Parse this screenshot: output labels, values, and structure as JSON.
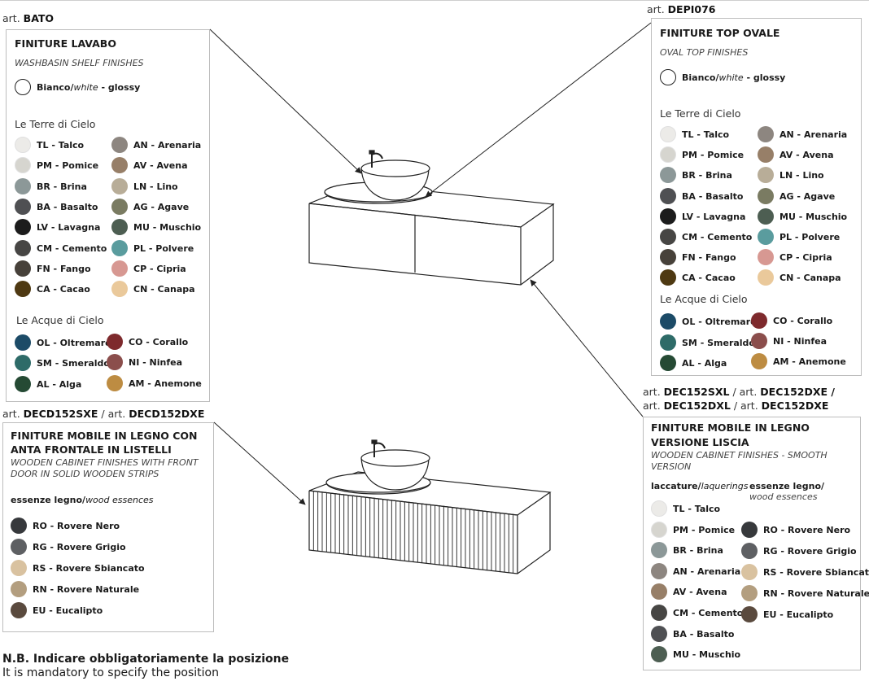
{
  "colors": {
    "TL": "#ecebe8",
    "PM": "#d6d5cf",
    "BR": "#8c9898",
    "BA": "#4f5053",
    "LV": "#1c1c1c",
    "CM": "#474644",
    "FN": "#47413a",
    "CA": "#4e3912",
    "AN": "#8d8680",
    "AV": "#977f68",
    "LN": "#b8ad98",
    "AG": "#7a7b62",
    "MU": "#4d5e52",
    "PL": "#5a9c9e",
    "CP": "#d79892",
    "CN": "#eac99b",
    "OL": "#1c4b67",
    "SM": "#2e6b68",
    "AL": "#254a34",
    "CO": "#7e2a2d",
    "NI": "#8b4e4c",
    "AM": "#bd8c42",
    "RO": "#37393c",
    "RG": "#5e6063",
    "RS": "#d9c2a0",
    "RN": "#b39e7f",
    "EU": "#5a4a3e",
    "WHITE": "#ffffff"
  },
  "box1": {
    "art_prefix": "art.",
    "art_code": "BATO",
    "title": "FINITURE LAVABO",
    "subtitle": "WASHBASIN SHELF FINISHES",
    "white": {
      "code": "WHITE",
      "name": "Bianco",
      "en": "white",
      "suffix": " - glossy"
    },
    "group1": "Le Terre di Cielo",
    "col1": [
      {
        "code": "TL",
        "label": "TL - Talco"
      },
      {
        "code": "PM",
        "label": "PM - Pomice"
      },
      {
        "code": "BR",
        "label": "BR - Brina"
      },
      {
        "code": "BA",
        "label": "BA - Basalto"
      },
      {
        "code": "LV",
        "label": "LV - Lavagna"
      },
      {
        "code": "CM",
        "label": "CM - Cemento"
      },
      {
        "code": "FN",
        "label": "FN - Fango"
      },
      {
        "code": "CA",
        "label": "CA - Cacao"
      }
    ],
    "col2": [
      {
        "code": "AN",
        "label": "AN - Arenaria"
      },
      {
        "code": "AV",
        "label": "AV - Avena"
      },
      {
        "code": "LN",
        "label": "LN - Lino"
      },
      {
        "code": "AG",
        "label": "AG - Agave"
      },
      {
        "code": "MU",
        "label": "MU - Muschio"
      },
      {
        "code": "PL",
        "label": "PL - Polvere"
      },
      {
        "code": "CP",
        "label": "CP - Cipria"
      },
      {
        "code": "CN",
        "label": "CN - Canapa"
      }
    ],
    "group2": "Le Acque di Cielo",
    "col3": [
      {
        "code": "OL",
        "label": "OL - Oltremare"
      },
      {
        "code": "SM",
        "label": "SM - Smeraldo"
      },
      {
        "code": "AL",
        "label": "AL - Alga"
      }
    ],
    "col4": [
      {
        "code": "CO",
        "label": "CO - Corallo"
      },
      {
        "code": "NI",
        "label": "NI - Ninfea"
      },
      {
        "code": "AM",
        "label": "AM - Anemone"
      }
    ]
  },
  "box2": {
    "art_prefix": "art.",
    "art_code": "DEPI076",
    "title": "FINITURE TOP OVALE",
    "subtitle": "OVAL TOP FINISHES",
    "white": {
      "code": "WHITE",
      "name": "Bianco",
      "en": "white",
      "suffix": " - glossy"
    },
    "group1": "Le Terre di Cielo",
    "col1": [
      {
        "code": "TL",
        "label": "TL - Talco"
      },
      {
        "code": "PM",
        "label": "PM - Pomice"
      },
      {
        "code": "BR",
        "label": "BR - Brina"
      },
      {
        "code": "BA",
        "label": "BA - Basalto"
      },
      {
        "code": "LV",
        "label": "LV - Lavagna"
      },
      {
        "code": "CM",
        "label": "CM - Cemento"
      },
      {
        "code": "FN",
        "label": "FN - Fango"
      },
      {
        "code": "CA",
        "label": "CA - Cacao"
      }
    ],
    "col2": [
      {
        "code": "AN",
        "label": "AN - Arenaria"
      },
      {
        "code": "AV",
        "label": "AV - Avena"
      },
      {
        "code": "LN",
        "label": "LN - Lino"
      },
      {
        "code": "AG",
        "label": "AG - Agave"
      },
      {
        "code": "MU",
        "label": "MU - Muschio"
      },
      {
        "code": "PL",
        "label": "PL - Polvere"
      },
      {
        "code": "CP",
        "label": "CP - Cipria"
      },
      {
        "code": "CN",
        "label": "CN - Canapa"
      }
    ],
    "group2": "Le Acque di Cielo",
    "col3": [
      {
        "code": "OL",
        "label": "OL - Oltremare"
      },
      {
        "code": "SM",
        "label": "SM - Smeraldo"
      },
      {
        "code": "AL",
        "label": "AL - Alga"
      }
    ],
    "col4": [
      {
        "code": "CO",
        "label": "CO - Corallo"
      },
      {
        "code": "NI",
        "label": "NI - Ninfea"
      },
      {
        "code": "AM",
        "label": "AM - Anemone"
      }
    ]
  },
  "box3": {
    "art_prefix": "art.",
    "art_code1": "DECD152SXE",
    "art_sep": " / art.",
    "art_code2": "DECD152DXE",
    "title_line1": "FINITURE MOBILE IN LEGNO CON",
    "title_line2": "ANTA FRONTALE IN LISTELLI",
    "subtitle_line1": "WOODEN CABINET FINISHES WITH FRONT",
    "subtitle_line2": "DOOR IN SOLID WOODEN STRIPS",
    "essences_it": "essenze legno/",
    "essences_en": "wood essences",
    "items": [
      {
        "code": "RO",
        "label": "RO - Rovere Nero"
      },
      {
        "code": "RG",
        "label": "RG - Rovere Grigio"
      },
      {
        "code": "RS",
        "label": "RS - Rovere Sbiancato"
      },
      {
        "code": "RN",
        "label": "RN - Rovere Naturale"
      },
      {
        "code": "EU",
        "label": "EU - Eucalipto"
      }
    ]
  },
  "box4": {
    "art_line1": {
      "p1": "art.",
      "c1": "DEC152SXL",
      "p2": " / art.",
      "c2": "DEC152DXE /"
    },
    "art_line2": {
      "p1": "art.",
      "c1": "DEC152DXL",
      "p2": " / art.",
      "c2": "DEC152DXE"
    },
    "title_line1": "FINITURE MOBILE IN LEGNO",
    "title_line2": "VERSIONE LISCIA",
    "subtitle_line1": "WOODEN CABINET FINISHES - SMOOTH",
    "subtitle_line2": "VERSION",
    "laq_it": "laccature/",
    "laq_en": "laquerings",
    "ess_it": "essenze legno/",
    "ess_en": "wood essences",
    "col1": [
      {
        "code": "TL",
        "label": "TL - Talco"
      },
      {
        "code": "PM",
        "label": "PM - Pomice"
      },
      {
        "code": "BR",
        "label": "BR - Brina"
      },
      {
        "code": "AN",
        "label": "AN - Arenaria"
      },
      {
        "code": "AV",
        "label": "AV - Avena"
      },
      {
        "code": "CM",
        "label": "CM - Cemento"
      },
      {
        "code": "BA",
        "label": "BA - Basalto"
      },
      {
        "code": "MU",
        "label": "MU - Muschio"
      }
    ],
    "col2": [
      {
        "code": "RO",
        "label": "RO - Rovere Nero"
      },
      {
        "code": "RG",
        "label": "RG - Rovere Grigio"
      },
      {
        "code": "RS",
        "label": "RS - Rovere Sbiancato"
      },
      {
        "code": "RN",
        "label": "RN - Rovere Naturale"
      },
      {
        "code": "EU",
        "label": "EU - Eucalipto"
      }
    ]
  },
  "note": {
    "line1": "N.B. Indicare obbligatoriamente la posizione",
    "line2": "It is mandatory to specify the position"
  }
}
